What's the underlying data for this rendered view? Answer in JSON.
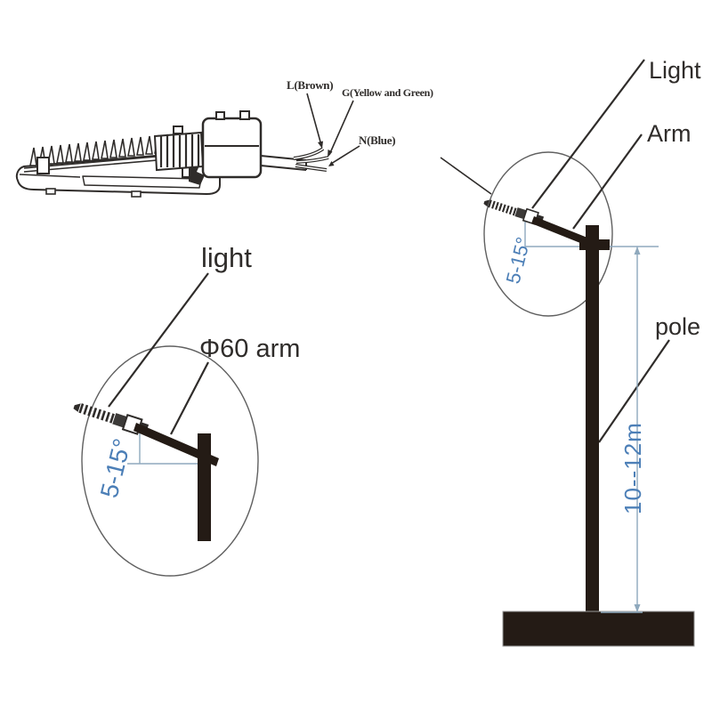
{
  "wiring": {
    "live_label": "L(Brown)",
    "ground_label": "G(Yellow and Green)",
    "neutral_label": "N(Blue)"
  },
  "left_detail": {
    "light_label": "light",
    "arm_label": "Φ60 arm",
    "angle_label": "5-15°"
  },
  "right_detail": {
    "light_label": "Light",
    "arm_label": "Arm",
    "pole_label": "pole",
    "angle_label": "5-15°",
    "height_label": "10--12m"
  },
  "colors": {
    "ink": "#2f2c2a",
    "dark": "#241b15",
    "blue_text": "#4c7fb7",
    "blue_line": "#8fa9bd",
    "circle": "#606060"
  }
}
